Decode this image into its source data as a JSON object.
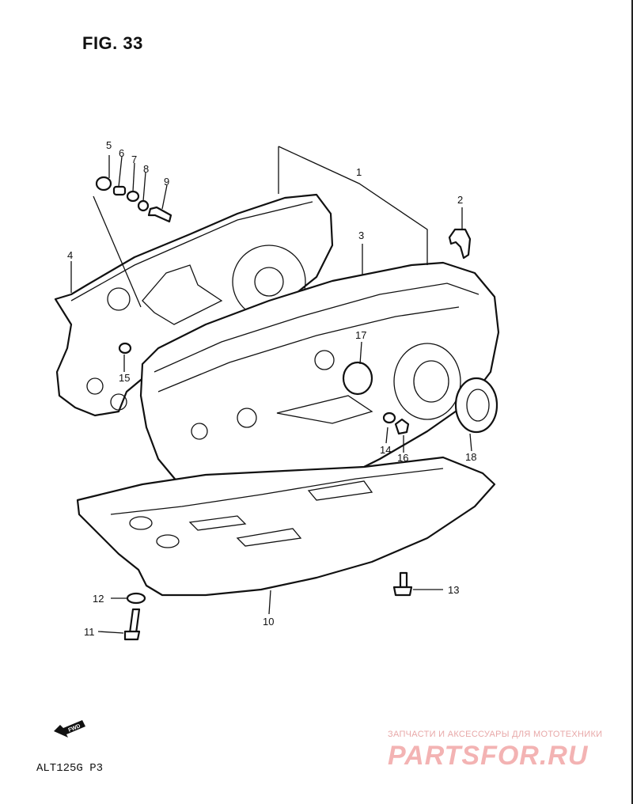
{
  "figure_title": "FIG. 33",
  "model_code": "ALT125G P3",
  "fwd_label": "FWD",
  "watermark": {
    "tagline": "ЗАПЧАСТИ И АКСЕССУАРЫ ДЛЯ МОТОТЕХНИКИ",
    "logo": "PARTSFOR.RU"
  },
  "callouts": [
    {
      "id": "1",
      "label": "1"
    },
    {
      "id": "2",
      "label": "2"
    },
    {
      "id": "3",
      "label": "3"
    },
    {
      "id": "4",
      "label": "4"
    },
    {
      "id": "5",
      "label": "5"
    },
    {
      "id": "6",
      "label": "6"
    },
    {
      "id": "7",
      "label": "7"
    },
    {
      "id": "8",
      "label": "8"
    },
    {
      "id": "9",
      "label": "9"
    },
    {
      "id": "10",
      "label": "10"
    },
    {
      "id": "11",
      "label": "11"
    },
    {
      "id": "12",
      "label": "12"
    },
    {
      "id": "13",
      "label": "13"
    },
    {
      "id": "14",
      "label": "14"
    },
    {
      "id": "15",
      "label": "15"
    },
    {
      "id": "16",
      "label": "16"
    },
    {
      "id": "17",
      "label": "17"
    },
    {
      "id": "18",
      "label": "18"
    }
  ]
}
